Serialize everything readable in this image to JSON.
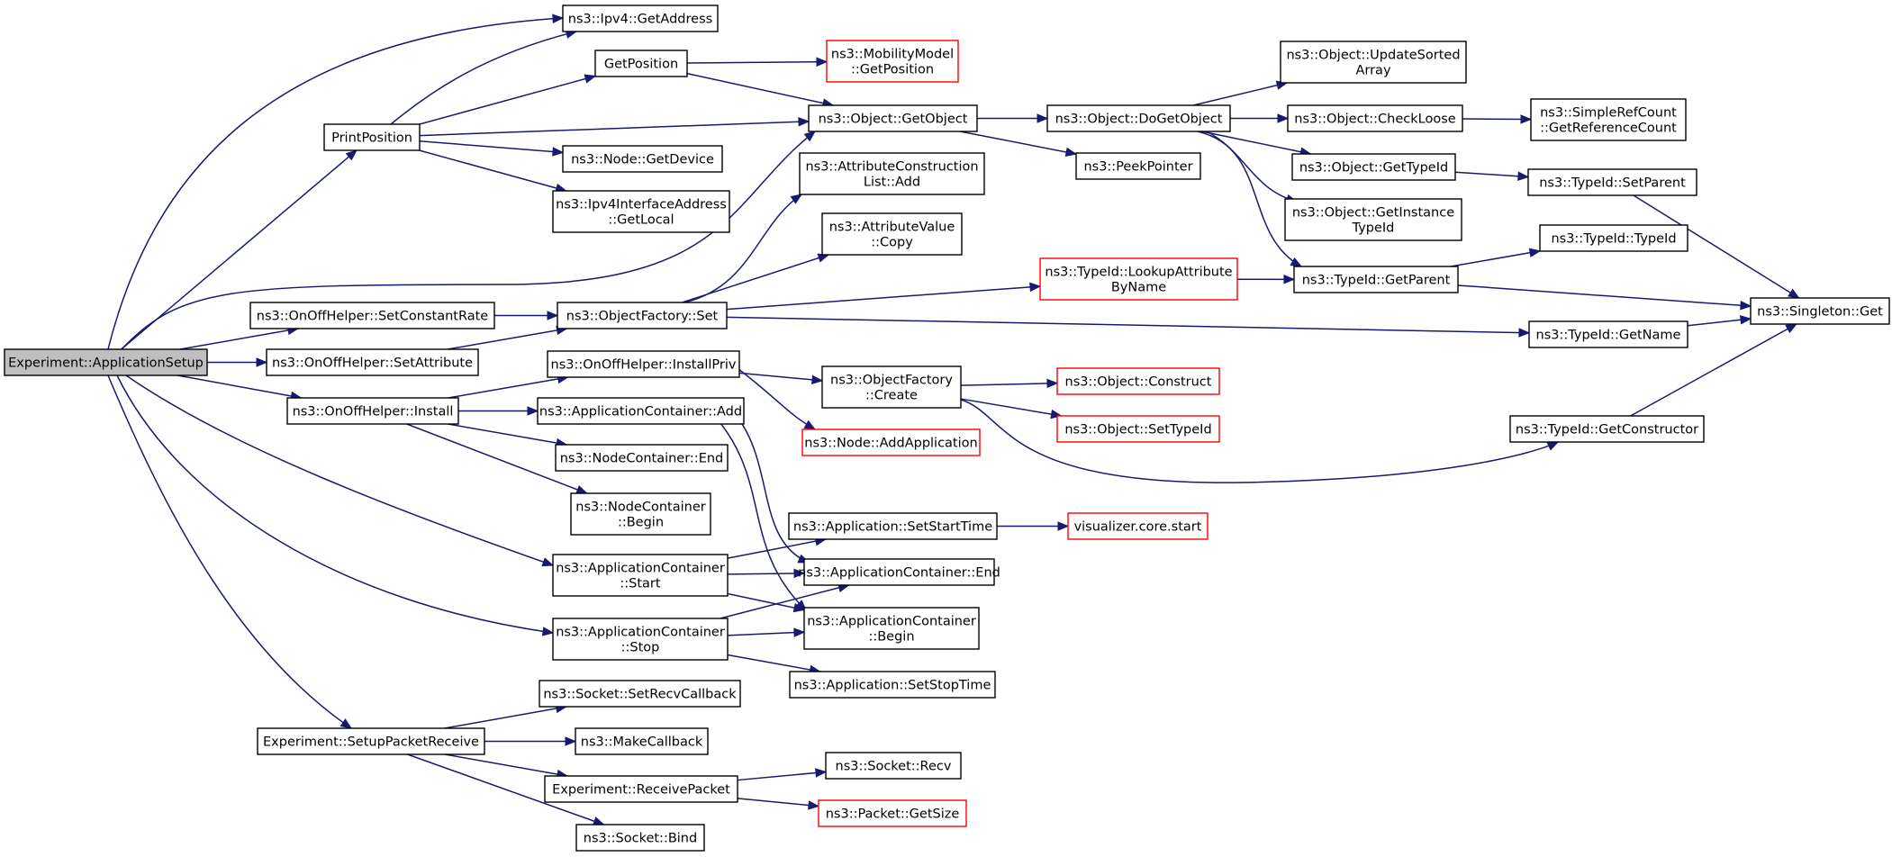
{
  "diagram": {
    "nodes": [
      {
        "id": "root",
        "lines": [
          "Experiment::ApplicationSetup"
        ],
        "style": "root"
      },
      {
        "id": "ipv4get",
        "lines": [
          "ns3::Ipv4::GetAddress"
        ],
        "style": "normal"
      },
      {
        "id": "getpos",
        "lines": [
          "GetPosition"
        ],
        "style": "normal"
      },
      {
        "id": "mobget",
        "lines": [
          "ns3::MobilityModel",
          "::GetPosition"
        ],
        "style": "red"
      },
      {
        "id": "printpos",
        "lines": [
          "PrintPosition"
        ],
        "style": "normal"
      },
      {
        "id": "objgetobj",
        "lines": [
          "ns3::Object::GetObject"
        ],
        "style": "normal"
      },
      {
        "id": "dogetobj",
        "lines": [
          "ns3::Object::DoGetObject"
        ],
        "style": "normal"
      },
      {
        "id": "updsorted",
        "lines": [
          "ns3::Object::UpdateSorted",
          "Array"
        ],
        "style": "normal"
      },
      {
        "id": "checkloose",
        "lines": [
          "ns3::Object::CheckLoose"
        ],
        "style": "normal"
      },
      {
        "id": "getrefcount",
        "lines": [
          "ns3::SimpleRefCount",
          "::GetReferenceCount"
        ],
        "style": "normal"
      },
      {
        "id": "nodegetdev",
        "lines": [
          "ns3::Node::GetDevice"
        ],
        "style": "normal"
      },
      {
        "id": "peekptr",
        "lines": [
          "ns3::PeekPointer"
        ],
        "style": "normal"
      },
      {
        "id": "gettypeid",
        "lines": [
          "ns3::Object::GetTypeId"
        ],
        "style": "normal"
      },
      {
        "id": "setparent",
        "lines": [
          "ns3::TypeId::SetParent"
        ],
        "style": "normal"
      },
      {
        "id": "ipv4ifaddr",
        "lines": [
          "ns3::Ipv4InterfaceAddress",
          "::GetLocal"
        ],
        "style": "normal"
      },
      {
        "id": "attrconst",
        "lines": [
          "ns3::AttributeConstruction",
          "List::Add"
        ],
        "style": "normal"
      },
      {
        "id": "getinst",
        "lines": [
          "ns3::Object::GetInstance",
          "TypeId"
        ],
        "style": "normal"
      },
      {
        "id": "attrval",
        "lines": [
          "ns3::AttributeValue",
          "::Copy"
        ],
        "style": "normal"
      },
      {
        "id": "typeidtypeid",
        "lines": [
          "ns3::TypeId::TypeId"
        ],
        "style": "normal"
      },
      {
        "id": "lookupattr",
        "lines": [
          "ns3::TypeId::LookupAttribute",
          "ByName"
        ],
        "style": "red"
      },
      {
        "id": "getparent",
        "lines": [
          "ns3::TypeId::GetParent"
        ],
        "style": "normal"
      },
      {
        "id": "setconstrate",
        "lines": [
          "ns3::OnOffHelper::SetConstantRate"
        ],
        "style": "normal"
      },
      {
        "id": "objfactset",
        "lines": [
          "ns3::ObjectFactory::Set"
        ],
        "style": "normal"
      },
      {
        "id": "singleton",
        "lines": [
          "ns3::Singleton::Get"
        ],
        "style": "normal"
      },
      {
        "id": "getname",
        "lines": [
          "ns3::TypeId::GetName"
        ],
        "style": "normal"
      },
      {
        "id": "setattr",
        "lines": [
          "ns3::OnOffHelper::SetAttribute"
        ],
        "style": "normal"
      },
      {
        "id": "installpriv",
        "lines": [
          "ns3::OnOffHelper::InstallPriv"
        ],
        "style": "normal"
      },
      {
        "id": "objfactcreate",
        "lines": [
          "ns3::ObjectFactory",
          "::Create"
        ],
        "style": "normal"
      },
      {
        "id": "objconstruct",
        "lines": [
          "ns3::Object::Construct"
        ],
        "style": "red"
      },
      {
        "id": "install",
        "lines": [
          "ns3::OnOffHelper::Install"
        ],
        "style": "normal"
      },
      {
        "id": "appcontadd",
        "lines": [
          "ns3::ApplicationContainer::Add"
        ],
        "style": "normal"
      },
      {
        "id": "objsettypeid",
        "lines": [
          "ns3::Object::SetTypeId"
        ],
        "style": "red"
      },
      {
        "id": "getconstructor",
        "lines": [
          "ns3::TypeId::GetConstructor"
        ],
        "style": "normal"
      },
      {
        "id": "nodeaddapp",
        "lines": [
          "ns3::Node::AddApplication"
        ],
        "style": "red"
      },
      {
        "id": "nodecontend",
        "lines": [
          "ns3::NodeContainer::End"
        ],
        "style": "normal"
      },
      {
        "id": "nodecontbegin",
        "lines": [
          "ns3::NodeContainer",
          "::Begin"
        ],
        "style": "normal"
      },
      {
        "id": "appsetstart",
        "lines": [
          "ns3::Application::SetStartTime"
        ],
        "style": "normal"
      },
      {
        "id": "viscorestart",
        "lines": [
          "visualizer.core.start"
        ],
        "style": "red"
      },
      {
        "id": "appcontstart",
        "lines": [
          "ns3::ApplicationContainer",
          "::Start"
        ],
        "style": "normal"
      },
      {
        "id": "appcontend",
        "lines": [
          "ns3::ApplicationContainer::End"
        ],
        "style": "normal"
      },
      {
        "id": "appcontstop",
        "lines": [
          "ns3::ApplicationContainer",
          "::Stop"
        ],
        "style": "normal"
      },
      {
        "id": "appcontbegin",
        "lines": [
          "ns3::ApplicationContainer",
          "::Begin"
        ],
        "style": "normal"
      },
      {
        "id": "appsetstop",
        "lines": [
          "ns3::Application::SetStopTime"
        ],
        "style": "normal"
      },
      {
        "id": "sockrecvcb",
        "lines": [
          "ns3::Socket::SetRecvCallback"
        ],
        "style": "normal"
      },
      {
        "id": "setuprecv",
        "lines": [
          "Experiment::SetupPacketReceive"
        ],
        "style": "normal"
      },
      {
        "id": "makecb",
        "lines": [
          "ns3::MakeCallback"
        ],
        "style": "normal"
      },
      {
        "id": "sockrecv",
        "lines": [
          "ns3::Socket::Recv"
        ],
        "style": "normal"
      },
      {
        "id": "recvpacket",
        "lines": [
          "Experiment::ReceivePacket"
        ],
        "style": "normal"
      },
      {
        "id": "pktgetsize",
        "lines": [
          "ns3::Packet::GetSize"
        ],
        "style": "red"
      },
      {
        "id": "sockbind",
        "lines": [
          "ns3::Socket::Bind"
        ],
        "style": "normal"
      }
    ],
    "edges": [
      [
        "root",
        "ipv4get"
      ],
      [
        "root",
        "printpos"
      ],
      [
        "root",
        "objgetobj"
      ],
      [
        "root",
        "setconstrate"
      ],
      [
        "root",
        "setattr"
      ],
      [
        "root",
        "install"
      ],
      [
        "root",
        "appcontstart"
      ],
      [
        "root",
        "appcontstop"
      ],
      [
        "root",
        "setuprecv"
      ],
      [
        "printpos",
        "ipv4get"
      ],
      [
        "printpos",
        "getpos"
      ],
      [
        "printpos",
        "objgetobj"
      ],
      [
        "printpos",
        "nodegetdev"
      ],
      [
        "printpos",
        "ipv4ifaddr"
      ],
      [
        "getpos",
        "mobget"
      ],
      [
        "getpos",
        "objgetobj"
      ],
      [
        "objgetobj",
        "dogetobj"
      ],
      [
        "objgetobj",
        "peekptr"
      ],
      [
        "dogetobj",
        "updsorted"
      ],
      [
        "dogetobj",
        "checkloose"
      ],
      [
        "dogetobj",
        "gettypeid"
      ],
      [
        "dogetobj",
        "getinst"
      ],
      [
        "dogetobj",
        "getparent"
      ],
      [
        "checkloose",
        "getrefcount"
      ],
      [
        "gettypeid",
        "setparent"
      ],
      [
        "setparent",
        "singleton"
      ],
      [
        "getparent",
        "typeidtypeid"
      ],
      [
        "getparent",
        "singleton"
      ],
      [
        "lookupattr",
        "getparent"
      ],
      [
        "getname",
        "singleton"
      ],
      [
        "getconstructor",
        "singleton"
      ],
      [
        "setconstrate",
        "objfactset"
      ],
      [
        "setattr",
        "objfactset"
      ],
      [
        "objfactset",
        "attrconst"
      ],
      [
        "objfactset",
        "attrval"
      ],
      [
        "objfactset",
        "lookupattr"
      ],
      [
        "objfactset",
        "getname"
      ],
      [
        "install",
        "installpriv"
      ],
      [
        "install",
        "appcontadd"
      ],
      [
        "install",
        "nodecontend"
      ],
      [
        "install",
        "nodecontbegin"
      ],
      [
        "installpriv",
        "objfactcreate"
      ],
      [
        "installpriv",
        "nodeaddapp"
      ],
      [
        "objfactcreate",
        "objconstruct"
      ],
      [
        "objfactcreate",
        "objsettypeid"
      ],
      [
        "objfactcreate",
        "getconstructor"
      ],
      [
        "appcontadd",
        "appcontend"
      ],
      [
        "appcontadd",
        "appcontbegin"
      ],
      [
        "appcontstart",
        "appsetstart"
      ],
      [
        "appcontstart",
        "appcontend"
      ],
      [
        "appcontstart",
        "appcontbegin"
      ],
      [
        "appcontstop",
        "appcontend"
      ],
      [
        "appcontstop",
        "appcontbegin"
      ],
      [
        "appcontstop",
        "appsetstop"
      ],
      [
        "appsetstart",
        "viscorestart"
      ],
      [
        "setuprecv",
        "sockrecvcb"
      ],
      [
        "setuprecv",
        "makecb"
      ],
      [
        "setuprecv",
        "recvpacket"
      ],
      [
        "setuprecv",
        "sockbind"
      ],
      [
        "recvpacket",
        "sockrecv"
      ],
      [
        "recvpacket",
        "pktgetsize"
      ]
    ]
  }
}
